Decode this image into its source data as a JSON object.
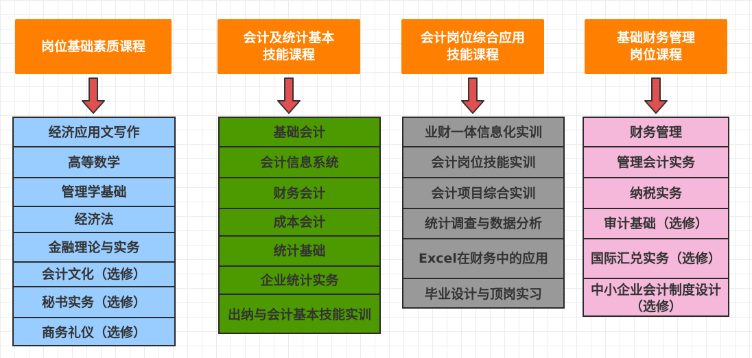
{
  "colors": {
    "header": "#ff8000",
    "arrow": "#e05050",
    "col1": "#99ccff",
    "col2": "#4d9900",
    "col3": "#999999",
    "col4": "#f5b8da"
  },
  "columns": [
    {
      "title": "岗位基础素质课程",
      "items": [
        "经济应用文写作",
        "高等数学",
        "管理学基础",
        "经济法",
        "金融理论与实务",
        "会计文化（选修）",
        "秘书实务（选修）",
        "商务礼仪（选修）"
      ]
    },
    {
      "title": "会计及统计基本\n技能课程",
      "items": [
        "基础会计",
        "会计信息系统",
        "财务会计",
        "成本会计",
        "统计基础",
        "企业统计实务",
        "出纳与会计基本技能实训"
      ]
    },
    {
      "title": "会计岗位综合应用\n技能课程",
      "items": [
        "业财一体信息化实训",
        "会计岗位技能实训",
        "会计项目综合实训",
        "统计调查与数据分析",
        "Excel在财务中的应用",
        "毕业设计与顶岗实习"
      ]
    },
    {
      "title": "基础财务管理\n岗位课程",
      "items": [
        "财务管理",
        "管理会计实务",
        "纳税实务",
        "审计基础（选修）",
        "国际汇兑实务（选修）",
        "中小企业会计制度设计（选修）"
      ]
    }
  ]
}
